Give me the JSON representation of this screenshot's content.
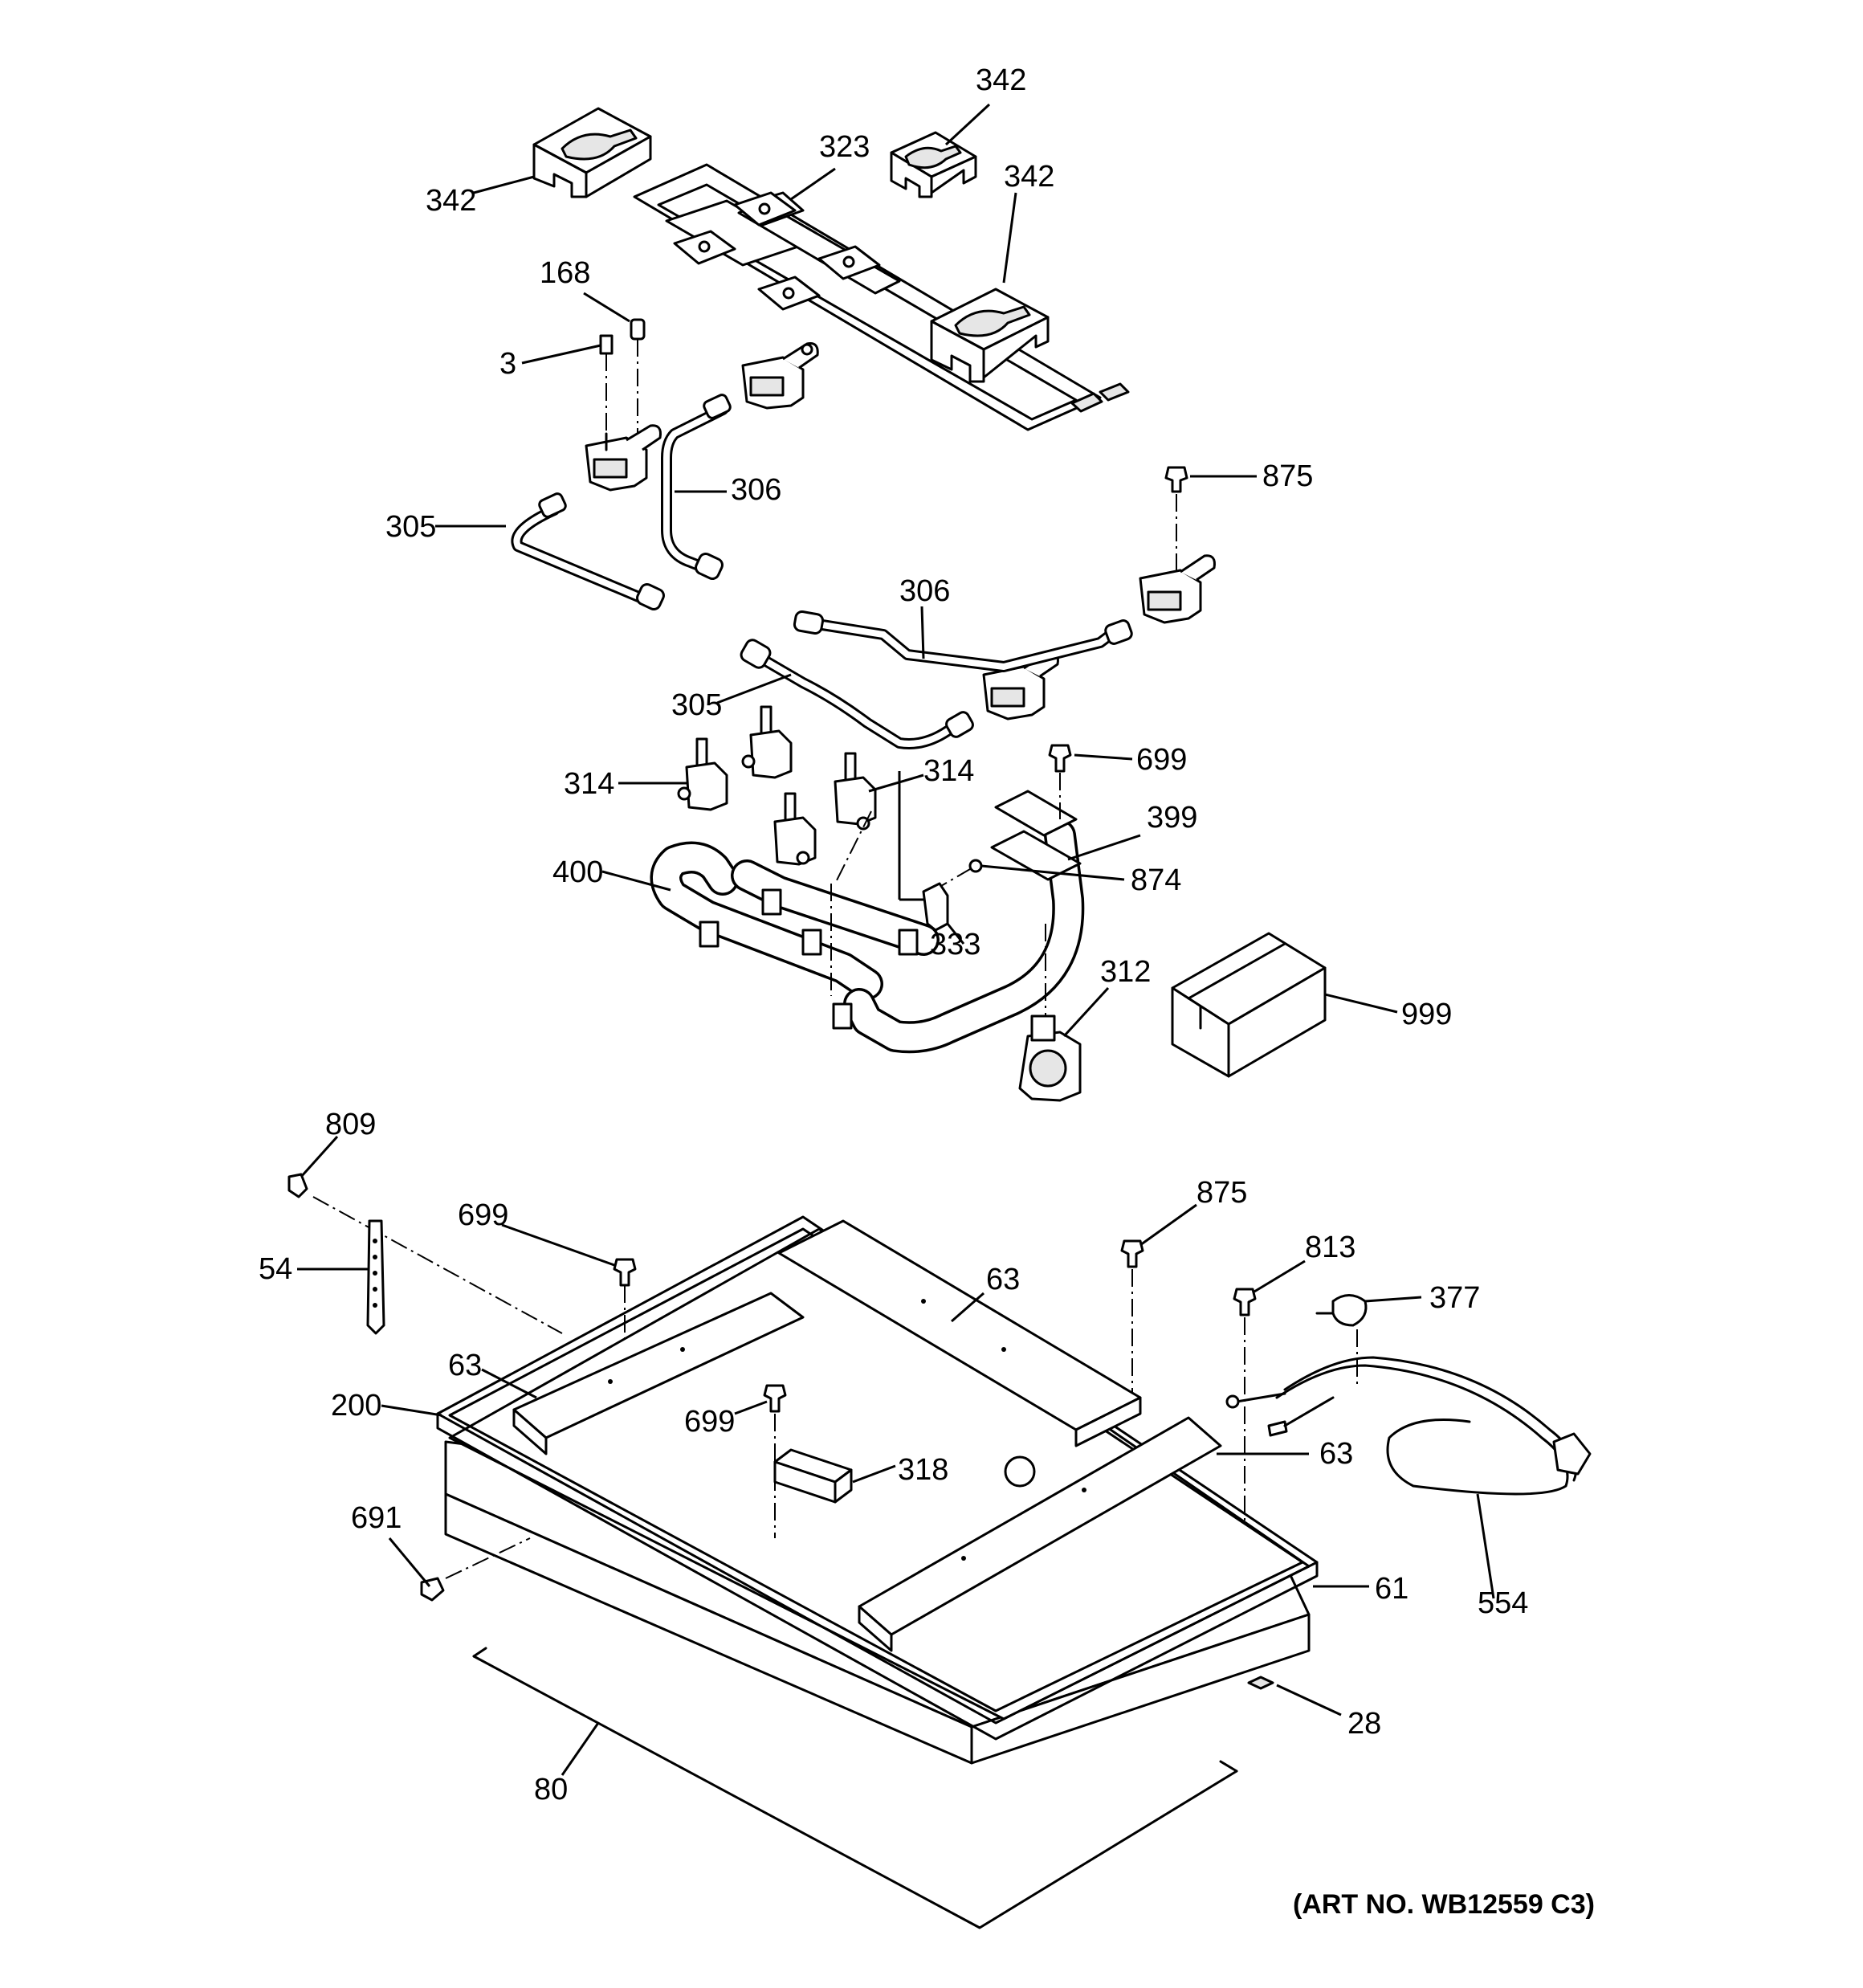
{
  "figure": {
    "art_number": "(ART NO. WB12559 C3)"
  },
  "callouts": [
    {
      "id": "c342a",
      "text": "342"
    },
    {
      "id": "c342b",
      "text": "342"
    },
    {
      "id": "c342c",
      "text": "342"
    },
    {
      "id": "c323",
      "text": "323"
    },
    {
      "id": "c168",
      "text": "168"
    },
    {
      "id": "c3",
      "text": "3"
    },
    {
      "id": "c306a",
      "text": "306"
    },
    {
      "id": "c305a",
      "text": "305"
    },
    {
      "id": "c875a",
      "text": "875"
    },
    {
      "id": "c306b",
      "text": "306"
    },
    {
      "id": "c305b",
      "text": "305"
    },
    {
      "id": "c314a",
      "text": "314"
    },
    {
      "id": "c314b",
      "text": "314"
    },
    {
      "id": "c699a",
      "text": "699"
    },
    {
      "id": "c399",
      "text": "399"
    },
    {
      "id": "c400",
      "text": "400"
    },
    {
      "id": "c874",
      "text": "874"
    },
    {
      "id": "c333",
      "text": "333"
    },
    {
      "id": "c312",
      "text": "312"
    },
    {
      "id": "c999",
      "text": "999"
    },
    {
      "id": "c809",
      "text": "809"
    },
    {
      "id": "c699b",
      "text": "699"
    },
    {
      "id": "c875b",
      "text": "875"
    },
    {
      "id": "c813",
      "text": "813"
    },
    {
      "id": "c54",
      "text": "54"
    },
    {
      "id": "c63a",
      "text": "63"
    },
    {
      "id": "c377",
      "text": "377"
    },
    {
      "id": "c63b",
      "text": "63"
    },
    {
      "id": "c200",
      "text": "200"
    },
    {
      "id": "c699c",
      "text": "699"
    },
    {
      "id": "c318",
      "text": "318"
    },
    {
      "id": "c63c",
      "text": "63"
    },
    {
      "id": "c691",
      "text": "691"
    },
    {
      "id": "c61",
      "text": "61"
    },
    {
      "id": "c554",
      "text": "554"
    },
    {
      "id": "c28",
      "text": "28"
    },
    {
      "id": "c80",
      "text": "80"
    }
  ]
}
